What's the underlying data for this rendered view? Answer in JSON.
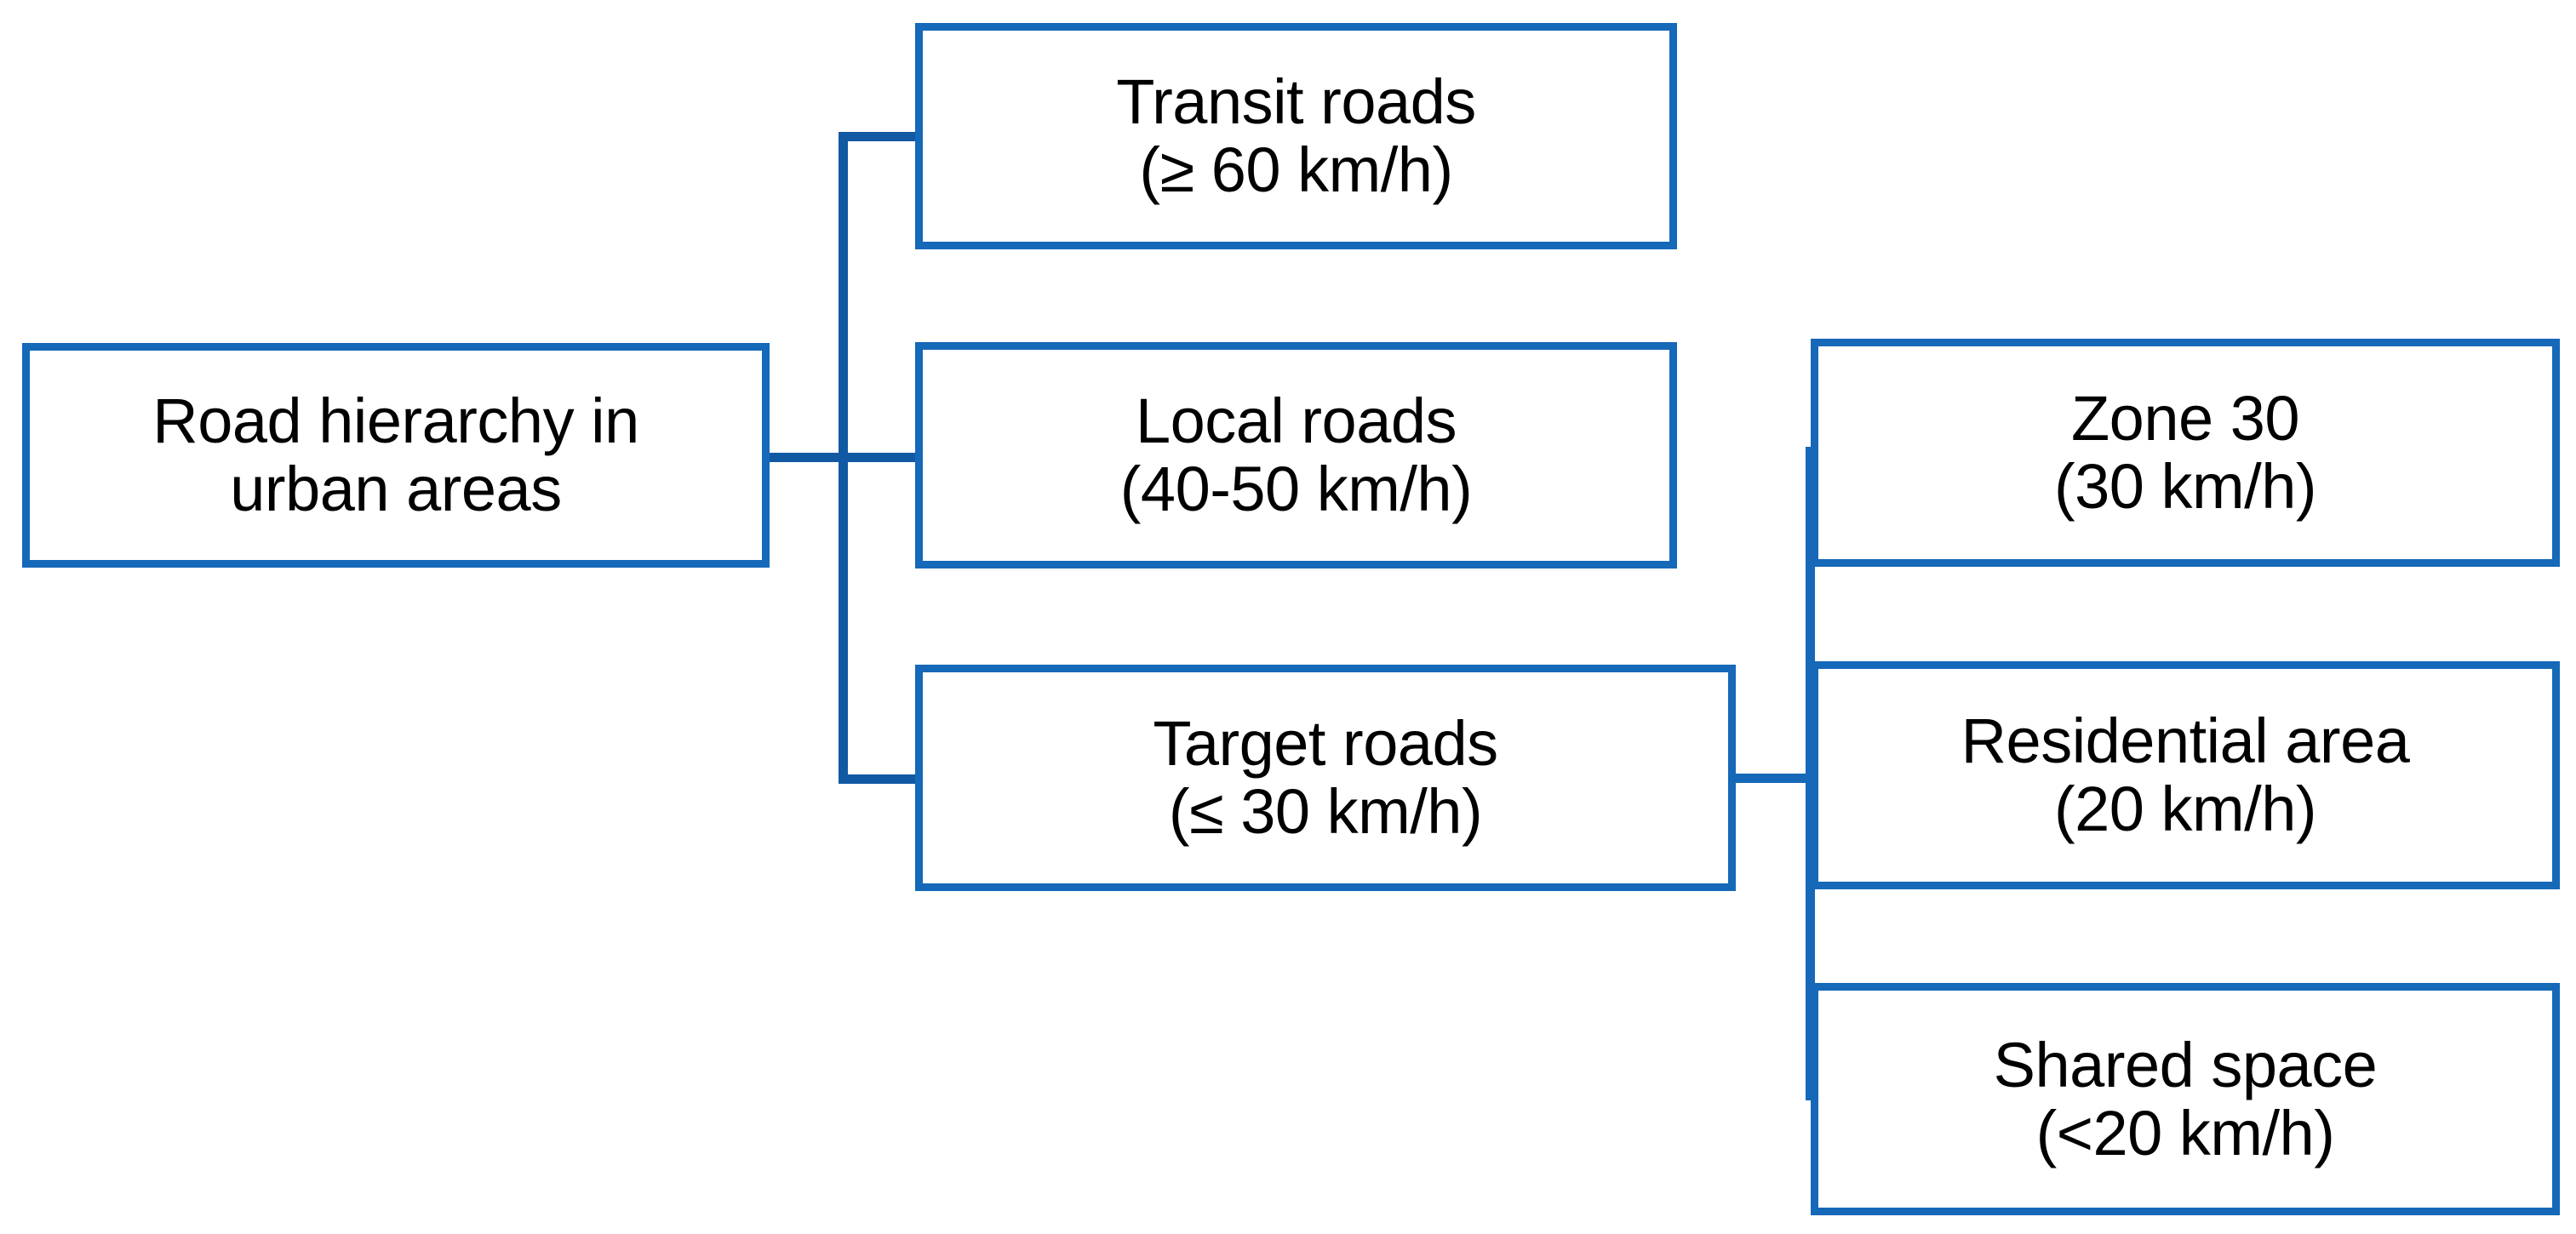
{
  "diagram": {
    "type": "hierarchy-tree",
    "orientation": "left-to-right",
    "colors": {
      "box_border": "#1668b8",
      "connector": "#1259a4",
      "box_fill": "#ffffff",
      "text": "#000000",
      "background": "#ffffff"
    },
    "nodes": {
      "root": {
        "line1": "Road hierarchy in",
        "line2": "urban areas",
        "level": 0
      },
      "transit": {
        "line1": "Transit roads",
        "line2": "(≥ 60 km/h)",
        "level": 1,
        "speed": "≥ 60 km/h"
      },
      "local": {
        "line1": "Local roads",
        "line2": "(40-50 km/h)",
        "level": 1,
        "speed": "40-50 km/h"
      },
      "target": {
        "line1": "Target roads",
        "line2": "(≤ 30 km/h)",
        "level": 1,
        "speed": "≤ 30 km/h"
      },
      "zone30": {
        "line1": "Zone 30",
        "line2": "(30 km/h)",
        "level": 2,
        "speed": "30 km/h"
      },
      "residential": {
        "line1": "Residential area",
        "line2": "(20 km/h)",
        "level": 2,
        "speed": "20 km/h"
      },
      "shared": {
        "line1": "Shared space",
        "line2": "(<20 km/h)",
        "level": 2,
        "speed": "<20 km/h"
      }
    },
    "edges": [
      {
        "from": "root",
        "to": "transit"
      },
      {
        "from": "root",
        "to": "local"
      },
      {
        "from": "root",
        "to": "target"
      },
      {
        "from": "target",
        "to": "zone30"
      },
      {
        "from": "target",
        "to": "residential"
      },
      {
        "from": "target",
        "to": "shared"
      }
    ]
  }
}
